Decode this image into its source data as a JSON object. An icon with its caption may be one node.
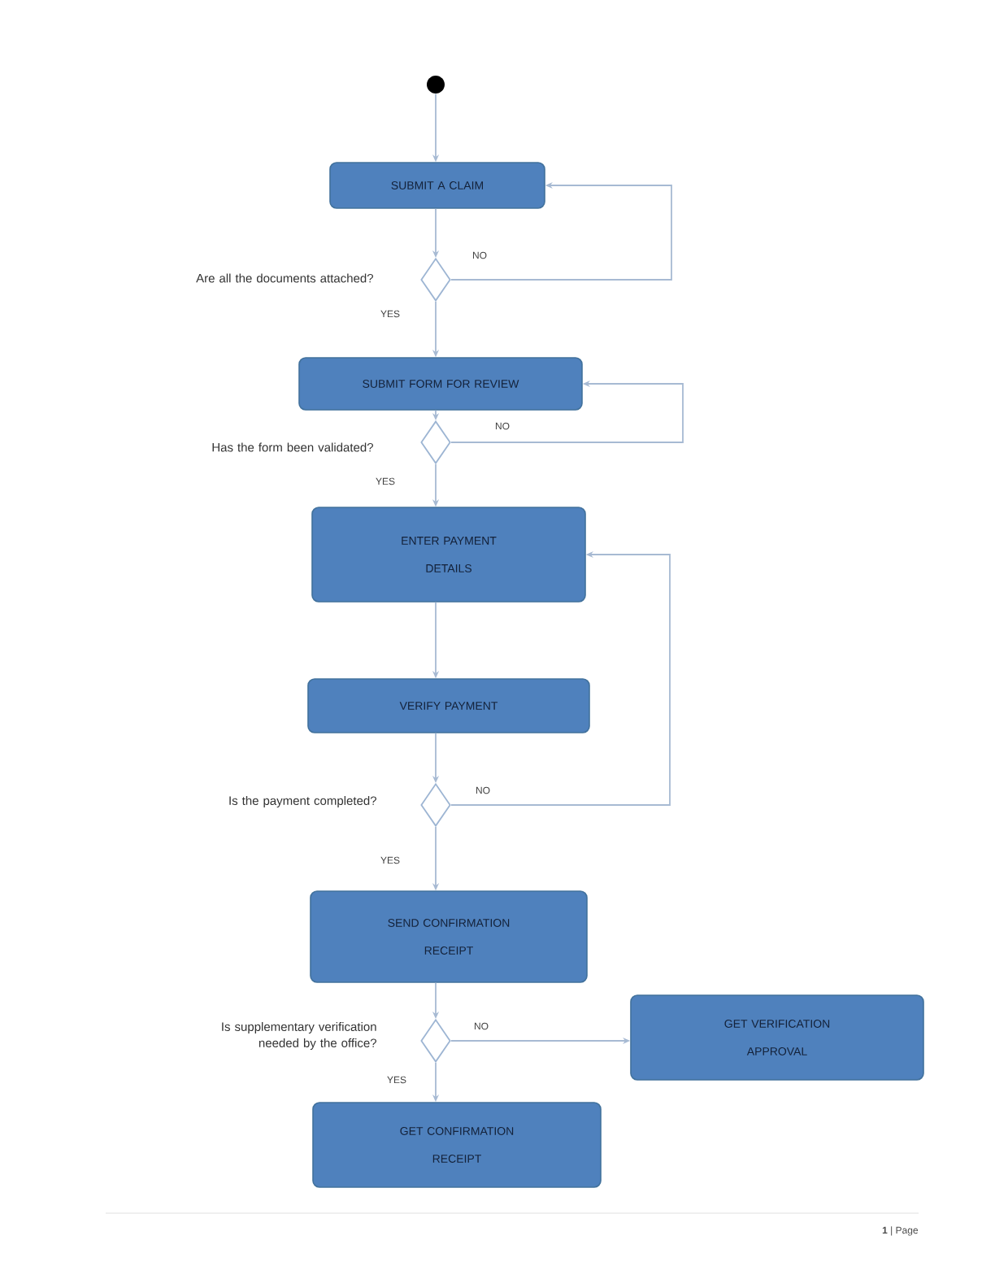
{
  "diagram": {
    "nodes": [
      {
        "text": [],
        "shape": "circle"
      },
      {
        "text": [
          "SUBMIT A CLAIM"
        ]
      },
      {
        "text": [],
        "shape": "diamond",
        "beside": [
          "Are all the documents attached?"
        ]
      },
      {
        "text": [
          "SUBMIT FORM FOR REVIEW"
        ]
      },
      {
        "text": [],
        "shape": "diamond",
        "beside": [
          "Has the form been validated?"
        ]
      },
      {
        "text": [
          "ENTER PAYMENT DETAILS"
        ]
      },
      {
        "text": [
          "VERIFY PAYMENT"
        ]
      },
      {
        "text": [],
        "shape": "diamond",
        "beside": [
          "Is the payment completed?"
        ]
      },
      {
        "text": [
          "SEND CONFIRMATION RECEIPT"
        ]
      },
      {
        "text": [],
        "shape": "diamond",
        "beside": [
          "Is supplementary verification needed by the office?"
        ]
      },
      {
        "text": [
          "GET VERIFICATION APPROVAL"
        ]
      },
      {
        "text": [
          "GET CONFIRMATION RECEIPT"
        ]
      }
    ],
    "edges": [
      {
        "from": 0,
        "to": 1,
        "arrow": "to"
      },
      {
        "from": 1,
        "to": 2,
        "arrow": "to"
      },
      {
        "from": 2,
        "to": 1,
        "arrow": "to",
        "label": "NO"
      },
      {
        "from": 2,
        "to": 3,
        "arrow": "to",
        "label": "YES"
      },
      {
        "from": 3,
        "to": 4,
        "arrow": "to"
      },
      {
        "from": 4,
        "to": 3,
        "arrow": "to",
        "label": "NO"
      },
      {
        "from": 4,
        "to": 5,
        "arrow": "to",
        "label": "YES"
      },
      {
        "from": 5,
        "to": 6,
        "arrow": "to"
      },
      {
        "from": 6,
        "to": 7,
        "arrow": "to"
      },
      {
        "from": 7,
        "to": 5,
        "arrow": "to",
        "label": "NO"
      },
      {
        "from": 7,
        "to": 8,
        "arrow": "to",
        "label": "YES"
      },
      {
        "from": 8,
        "to": 9,
        "arrow": "to"
      },
      {
        "from": 9,
        "to": 10,
        "arrow": "to",
        "label": "NO"
      },
      {
        "from": 9,
        "to": 11,
        "arrow": "to",
        "label": "YES"
      }
    ],
    "labels": [
      "**1** | Page"
    ]
  }
}
